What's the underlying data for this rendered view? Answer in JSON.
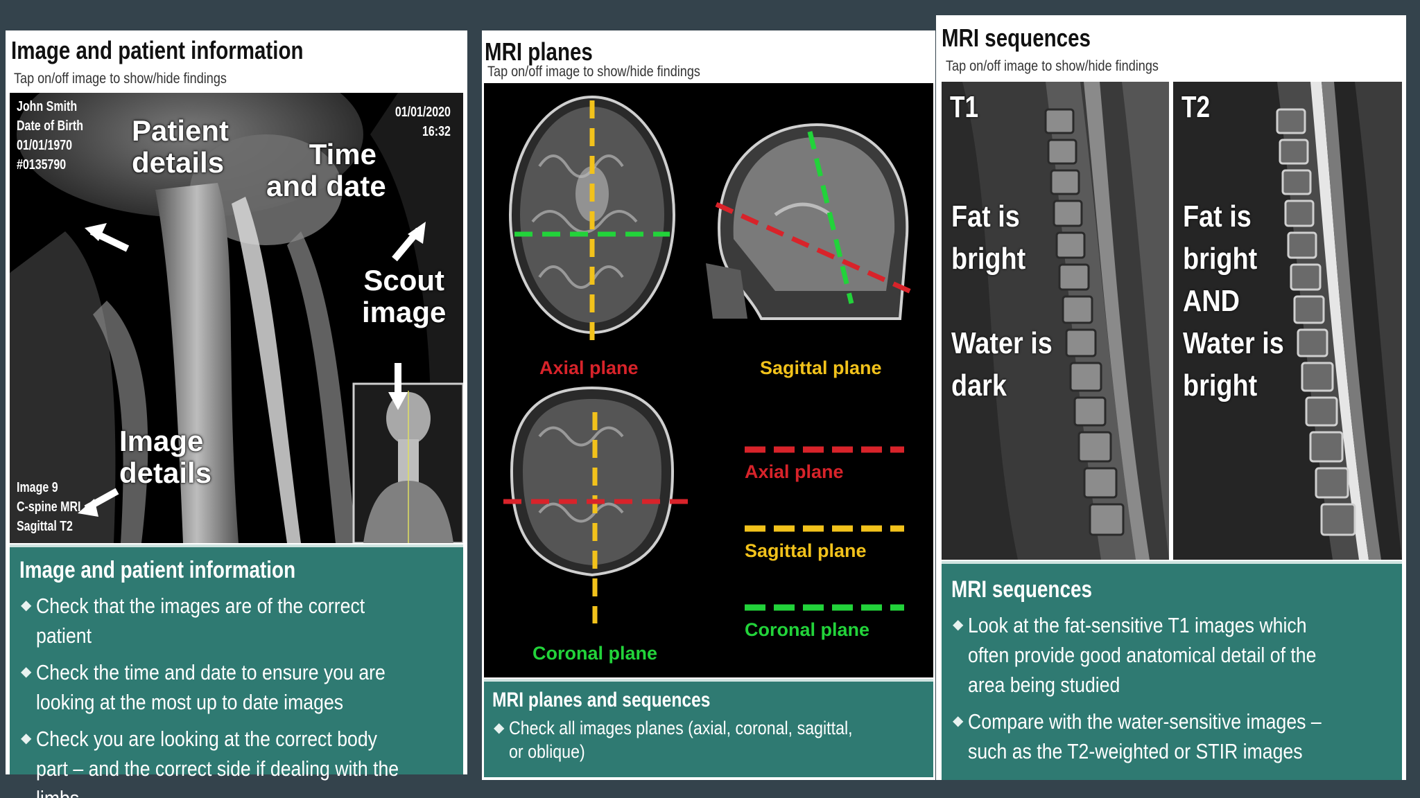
{
  "panel1": {
    "title": "Image and patient information",
    "subtitle": "Tap on/off image to show/hide findings",
    "patient_name": "John Smith",
    "dob_label": "Date of Birth",
    "dob": "01/01/1970",
    "patient_id": "#0135790",
    "date": "01/01/2020",
    "time": "16:32",
    "image_no": "Image 9",
    "study": "C-spine MRI",
    "series": "Sagittal T2",
    "ann_patient": [
      "Patient",
      "details"
    ],
    "ann_time": [
      "Time",
      "and date"
    ],
    "ann_scout": [
      "Scout",
      "image"
    ],
    "ann_image": [
      "Image",
      "details"
    ],
    "info_title": "Image and patient information",
    "bullets": [
      "Check that the images are of the correct patient",
      "Check the time and date to ensure you are looking at the most up to date images",
      "Check you are looking at the correct body part – and the correct side if dealing with the limbs"
    ]
  },
  "panel2": {
    "title": "MRI planes",
    "subtitle": "Tap on/off image to show/hide findings",
    "axial_label": "Axial plane",
    "sagittal_label": "Sagittal plane",
    "coronal_label": "Coronal plane",
    "legend": [
      {
        "label": "Axial plane",
        "color": "#d8232a"
      },
      {
        "label": "Sagittal plane",
        "color": "#f2c21b"
      },
      {
        "label": "Coronal plane",
        "color": "#22d33a"
      }
    ],
    "info_title": "MRI planes and sequences",
    "bullets": [
      "Check all images planes (axial, coronal, sagittal, or oblique)"
    ]
  },
  "panel3": {
    "title": "MRI sequences",
    "subtitle": "Tap on/off image to show/hide findings",
    "t1_label": "T1",
    "t2_label": "T2",
    "t1_text": [
      "Fat is",
      "bright",
      "",
      "Water is",
      "dark"
    ],
    "t2_text": [
      "Fat is",
      "bright",
      "AND",
      "Water is",
      "bright"
    ],
    "info_title": "MRI sequences",
    "bullets": [
      "Look at the fat-sensitive T1 images which often provide good anatomical detail of the area being studied",
      "Compare with the water-sensitive images – such as the T2-weighted or STIR images"
    ]
  },
  "colors": {
    "background": "#34434c",
    "info_panel": "#2f7a72",
    "axial": "#d8232a",
    "sagittal": "#f2c21b",
    "coronal": "#22d33a"
  }
}
